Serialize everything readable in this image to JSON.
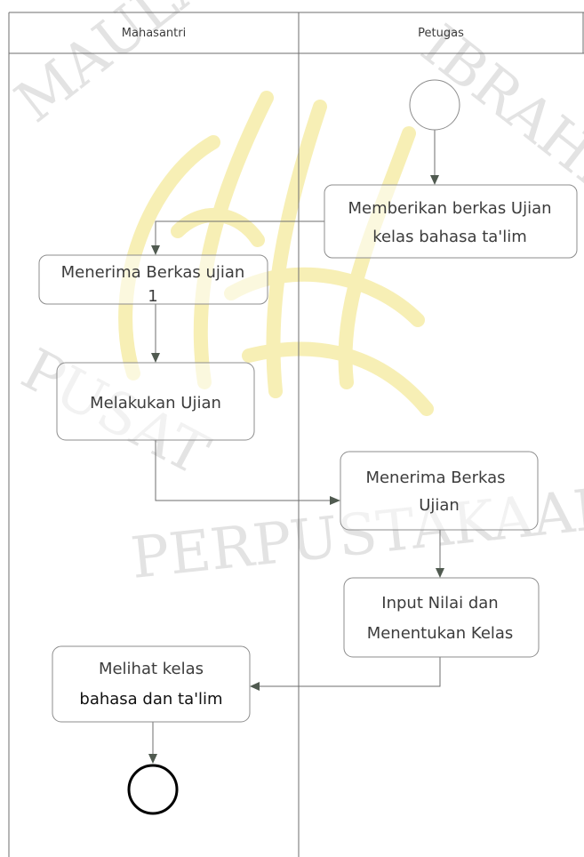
{
  "watermark": {
    "lettering": "UNIVERSITAS ISLAM NEGERI MAULANA MALIK IBRAHIM MALANG PUSAT PERPUSTAKAAN",
    "colors": {
      "text": "#e3e3e3",
      "emblem": "#f7efb5"
    }
  },
  "lanes": [
    {
      "title": "Mahasantri"
    },
    {
      "title": "Petugas"
    }
  ],
  "activities": {
    "provide_files": {
      "lines": [
        "Memberikan berkas Ujian",
        "kelas bahasa ta'lim"
      ]
    },
    "receive_files_1": {
      "lines": [
        "Menerima Berkas ujian",
        "1"
      ]
    },
    "do_exam": {
      "lines": [
        "Melakukan Ujian"
      ]
    },
    "receive_exam_files": {
      "lines": [
        "Menerima Berkas",
        "Ujian"
      ]
    },
    "input_grades": {
      "lines": [
        "Input Nilai dan",
        "Menentukan Kelas"
      ]
    },
    "view_class": {
      "lines": [
        "Melihat kelas",
        "bahasa dan ta'lim"
      ]
    }
  },
  "colors": {
    "line": "#6e6e6e",
    "arrow": "#505a50",
    "node_border": "#8c8c8c",
    "final_node": "#000000"
  }
}
